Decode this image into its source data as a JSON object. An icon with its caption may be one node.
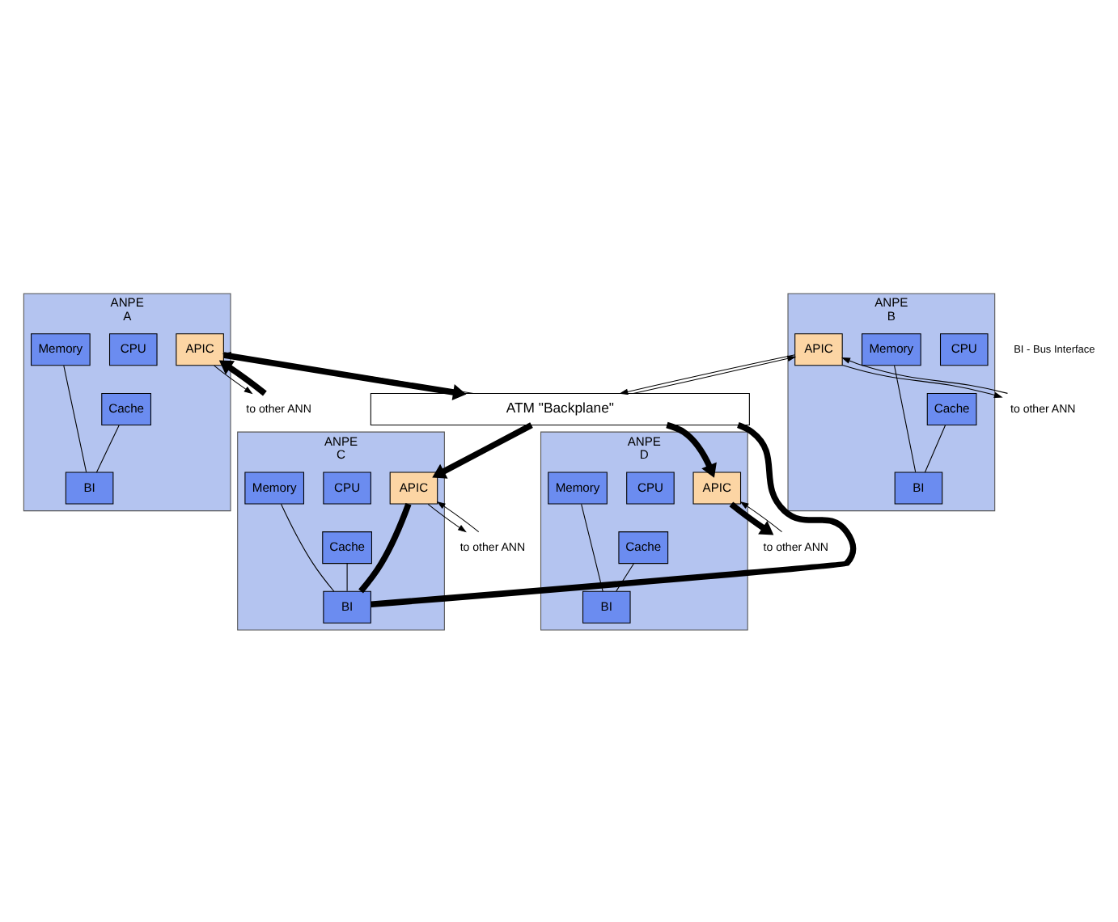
{
  "diagram": {
    "nodes": [
      {
        "text": [
          "ANPE"
        ],
        "beside": [
          "A"
        ]
      },
      {
        "text": [
          "APIC"
        ],
        "in": 0
      },
      {
        "text": [
          "CPU"
        ],
        "in": 0
      },
      {
        "text": [
          "Cache"
        ],
        "in": 0
      },
      {
        "text": [
          "BI"
        ],
        "in": 0
      },
      {
        "text": [
          "Memory"
        ],
        "in": 0
      },
      {
        "text": [
          "ANPE"
        ],
        "beside": [
          "B"
        ]
      },
      {
        "text": [
          "APIC"
        ],
        "in": 6
      },
      {
        "text": [
          "CPU"
        ],
        "in": 6
      },
      {
        "text": [
          "Cache"
        ],
        "in": 6
      },
      {
        "text": [
          "BI"
        ],
        "in": 6
      },
      {
        "text": [
          "Memory"
        ],
        "in": 6
      },
      {
        "text": [
          "ATM \"Backplane\""
        ]
      },
      {
        "text": [
          "ANPE"
        ],
        "beside": [
          "C"
        ]
      },
      {
        "text": [
          "APIC"
        ],
        "in": 13
      },
      {
        "text": [
          "CPU"
        ],
        "in": 13
      },
      {
        "text": [
          "Cache"
        ],
        "in": 13
      },
      {
        "text": [
          "BI"
        ],
        "in": 13
      },
      {
        "text": [
          "Memory"
        ],
        "in": 13
      },
      {
        "text": [
          "ANPE"
        ],
        "beside": [
          "D"
        ]
      },
      {
        "text": [
          "APIC"
        ],
        "in": 19
      },
      {
        "text": [
          "CPU"
        ],
        "in": 19
      },
      {
        "text": [
          "Cache"
        ],
        "in": 19
      },
      {
        "text": [
          "BI"
        ],
        "in": 19
      },
      {
        "text": [
          "Memory"
        ],
        "in": 19
      },
      {
        "text": [
          "to other ANN"
        ]
      },
      {
        "text": [
          "to other ANN"
        ]
      },
      {
        "text": [
          "to other ANN"
        ]
      },
      {
        "text": [
          "to other ANN"
        ]
      }
    ],
    "edges": [
      {
        "from": 3,
        "to": 4,
        "arrow": "none"
      },
      {
        "from": 4,
        "to": 5,
        "arrow": "none"
      },
      {
        "from": 9,
        "to": 10,
        "arrow": "none"
      },
      {
        "from": 10,
        "to": 11,
        "arrow": "none"
      },
      {
        "from": 16,
        "to": 17,
        "arrow": "none"
      },
      {
        "from": 17,
        "to": 18,
        "arrow": "none"
      },
      {
        "from": 22,
        "to": 23,
        "arrow": "none"
      },
      {
        "from": 23,
        "to": 24,
        "arrow": "none"
      },
      {
        "from": 25,
        "to": 1,
        "arrow": "to",
        "style": "thick"
      },
      {
        "from": 1,
        "to": 25,
        "arrow": "to"
      },
      {
        "from": 1,
        "to": 12,
        "arrow": "to",
        "style": "thick"
      },
      {
        "from": 12,
        "to": 1,
        "arrow": "to"
      },
      {
        "from": 26,
        "to": 7,
        "arrow": "to"
      },
      {
        "from": 7,
        "to": 26,
        "arrow": "to"
      },
      {
        "from": 7,
        "to": 12,
        "arrow": "to"
      },
      {
        "from": 12,
        "to": 7,
        "arrow": "to"
      },
      {
        "from": 12,
        "to": 14,
        "arrow": "to",
        "style": "thick"
      },
      {
        "from": 14,
        "to": 17,
        "arrow": "none",
        "style": "thick"
      },
      {
        "from": 17,
        "to": 12,
        "arrow": "none",
        "style": "thick"
      },
      {
        "from": 14,
        "to": 27,
        "arrow": "to"
      },
      {
        "from": 27,
        "to": 14,
        "arrow": "to"
      },
      {
        "from": 12,
        "to": 20,
        "arrow": "to",
        "style": "thick"
      },
      {
        "from": 20,
        "to": 28,
        "arrow": "to",
        "style": "thick"
      },
      {
        "from": 28,
        "to": 20,
        "arrow": "to"
      }
    ],
    "labels": [
      "BI - Bus Interface"
    ]
  }
}
